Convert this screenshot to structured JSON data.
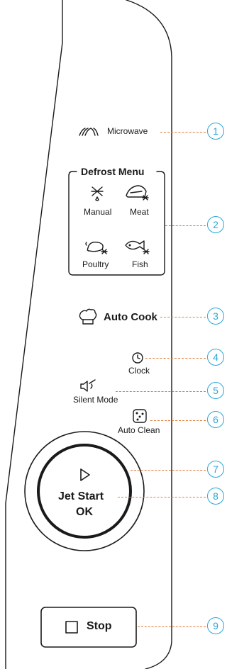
{
  "microwave": {
    "label": "Microwave"
  },
  "defrost": {
    "title": "Defrost Menu",
    "items": [
      {
        "label": "Manual",
        "icon": "snowflake-icon"
      },
      {
        "label": "Meat",
        "icon": "meat-defrost-icon"
      },
      {
        "label": "Poultry",
        "icon": "poultry-defrost-icon"
      },
      {
        "label": "Fish",
        "icon": "fish-defrost-icon"
      }
    ]
  },
  "auto_cook": {
    "label": "Auto Cook",
    "icon": "chef-hat-icon"
  },
  "clock": {
    "label": "Clock",
    "icon": "clock-icon"
  },
  "silent_mode": {
    "label": "Silent Mode",
    "icon": "speaker-mute-icon"
  },
  "auto_clean": {
    "label": "Auto Clean",
    "icon": "auto-clean-icon"
  },
  "jet_start": {
    "line1": "Jet Start",
    "line2": "OK",
    "icon": "play-triangle-icon"
  },
  "stop": {
    "label": "Stop",
    "icon": "stop-square-icon"
  },
  "callouts": [
    "1",
    "2",
    "3",
    "4",
    "5",
    "6",
    "7",
    "8",
    "9"
  ],
  "colors": {
    "callout": "#2aa7d6",
    "leader": "#e07b3a",
    "outline": "#1a1a1a"
  }
}
